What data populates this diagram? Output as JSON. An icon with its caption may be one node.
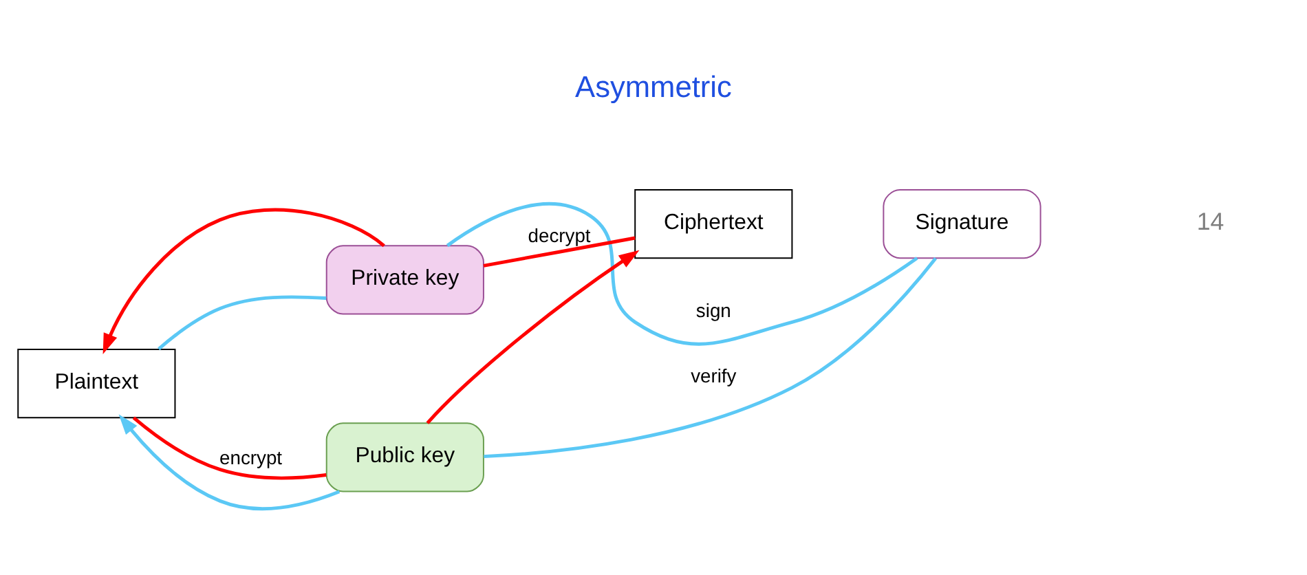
{
  "diagram": {
    "title": "Asymmetric",
    "nodes": [
      {
        "text": [
          "Private key"
        ]
      },
      {
        "text": [
          "Plaintext"
        ]
      },
      {
        "text": [
          "Ciphertext"
        ]
      },
      {
        "text": [
          "Signature"
        ]
      },
      {
        "text": [
          "Public key"
        ]
      }
    ],
    "edges": [
      {
        "from": 0,
        "to": 1,
        "arrow": "to",
        "color": "#ff0000"
      },
      {
        "from": 1,
        "to": 4,
        "arrow": "none",
        "label": "encrypt",
        "color": "#ff0000"
      },
      {
        "from": 4,
        "to": 2,
        "arrow": "to",
        "color": "#ff0000"
      },
      {
        "from": 2,
        "to": 0,
        "arrow": "none",
        "label": "decrypt",
        "color": "#ff0000"
      },
      {
        "from": 1,
        "to": 0,
        "arrow": "none",
        "color": "#5bc8f5"
      },
      {
        "from": 0,
        "to": 3,
        "arrow": "none",
        "label": "sign",
        "color": "#5bc8f5"
      },
      {
        "from": 3,
        "to": 4,
        "arrow": "none",
        "label": "verify",
        "color": "#5bc8f5"
      },
      {
        "from": 4,
        "to": 1,
        "arrow": "to",
        "color": "#5bc8f5"
      }
    ],
    "labels": [
      "14"
    ]
  }
}
